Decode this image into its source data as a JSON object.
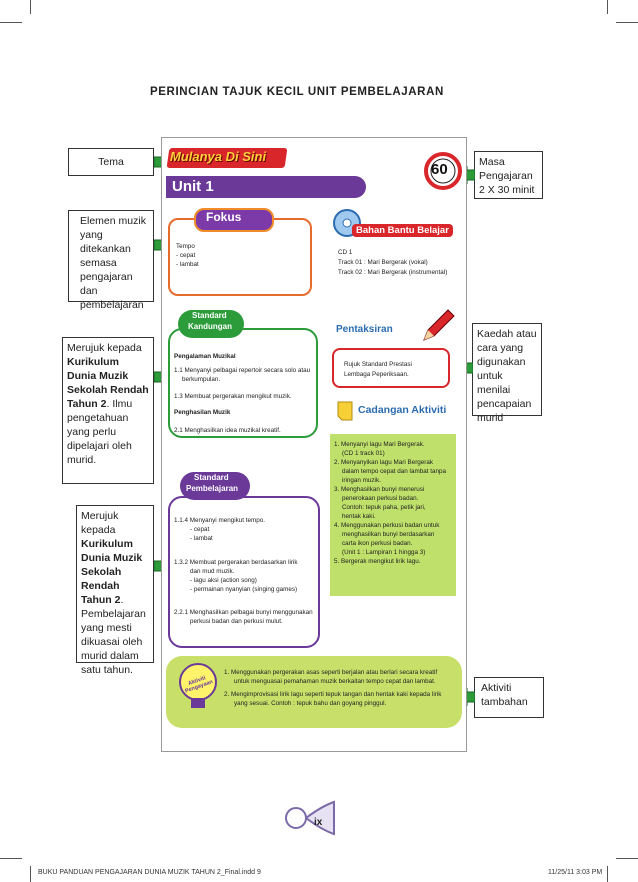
{
  "heading": "PERINCIAN TAJUK KECIL UNIT PEMBELAJARAN",
  "callouts": {
    "tema": "Tema",
    "elemen": "Elemen muzik yang ditekankan semasa pengajaran dan pembelajaran",
    "kandungan_pre": "Merujuk kepada",
    "kandungan_bold": "Kurikulum Dunia Muzik Sekolah Rendah Tahun 2",
    "kandungan_post": ". Ilmu pengetahuan yang perlu dipelajari oleh murid.",
    "pembelajaran_pre": "Merujuk kepada",
    "pembelajaran_bold": "Kurikulum Dunia Muzik Sekolah Rendah Tahun 2",
    "pembelajaran_post": ". Pembelajaran yang mesti dikuasai oleh murid dalam satu tahun.",
    "masa": "Masa Pengajaran 2 X 30 minit",
    "kaedah": "Kaedah atau cara yang digunakan untuk menilai pencapaian murid",
    "aktiviti": "Aktiviti tambahan"
  },
  "page": {
    "banner": "Mulanya Di Sini",
    "unit": "Unit 1",
    "clock": "60",
    "fokus": {
      "label": "Fokus",
      "items": [
        "Tempo",
        "- cepat",
        "- lambat"
      ]
    },
    "bahan": {
      "label": "Bahan Bantu Belajar",
      "lines": [
        "CD 1",
        "Track 01 : Mari Bergerak (vokal)",
        "Track 02 : Mari Bergerak (instrumental)"
      ]
    },
    "standard_kandungan": {
      "label1": "Standard",
      "label2": "Kandungan",
      "lines": [
        "Pengalaman Muzikal",
        "1.1 Menyanyi pelbagai repertoir secara solo atau",
        "berkumpulan.",
        "1.3 Membuat pergerakan mengikut muzik.",
        "Penghasilan Muzik",
        "2.1 Menghasilkan idea muzikal kreatif."
      ]
    },
    "pentaksiran": {
      "label": "Pentaksiran",
      "lines": [
        "Rujuk Standard Prestasi",
        "Lembaga Peperiksaan."
      ]
    },
    "cadangan": {
      "label": "Cadangan Aktiviti",
      "lines": [
        "1. Menyanyi lagu Mari Bergerak.",
        "(CD 1 track 01)",
        "2. Menyanyikan lagu Mari Bergerak",
        "dalam tempo cepat dan lambat tanpa",
        "iringan muzik.",
        "3. Menghasilkan bunyi menerusi",
        "penerokaan perkusi badan.",
        "Contoh: tepuk paha, petik jari,",
        "hentak kaki.",
        "4. Menggunakan perkusi badan untuk",
        "menghasilkan bunyi berdasarkan",
        "carta ikon perkusi badan.",
        "(Unit 1 : Lampiran 1 hingga 3)",
        "5. Bergerak mengikut lirik lagu."
      ]
    },
    "standard_pembelajaran": {
      "label1": "Standard",
      "label2": "Pembelajaran",
      "lines": [
        "1.1.4 Menyanyi mengikut tempo.",
        "- cepat",
        "- lambat",
        "1.3.2 Membuat pergerakan berdasarkan lirik",
        "dan mud muzik.",
        "- lagu aksi (action song)",
        "- permainan nyanyian (singing games)",
        "2.2.1 Menghasilkan pelbagai bunyi menggunakan",
        "perkusi badan dan perkusi mulut."
      ]
    },
    "tambahan": {
      "badge": "Aktiviti Pengayaan",
      "lines": [
        "1. Menggunakan pergerakan asas seperti berjalan atau berlari secara kreatif",
        "untuk menguasai pemahaman muzik berkaitan tempo cepat dan lambat.",
        "2. Mengimprovisasi lirik lagu seperti tepuk tangan dan hentak kaki kepada lirik",
        "yang sesuai. Contoh : tepuk bahu dan goyang pinggul."
      ]
    }
  },
  "page_number": "ix",
  "footer_left": "BUKU PANDUAN PENGAJARAN DUNIA MUZIK TAHUN 2_Final.indd   9",
  "footer_right": "11/25/11   3:03 PM",
  "colors": {
    "green": "#2c9c3a",
    "red": "#d8262b",
    "purple": "#6b3a99",
    "blue": "#2b6cb0",
    "lime": "#c8e06a"
  }
}
